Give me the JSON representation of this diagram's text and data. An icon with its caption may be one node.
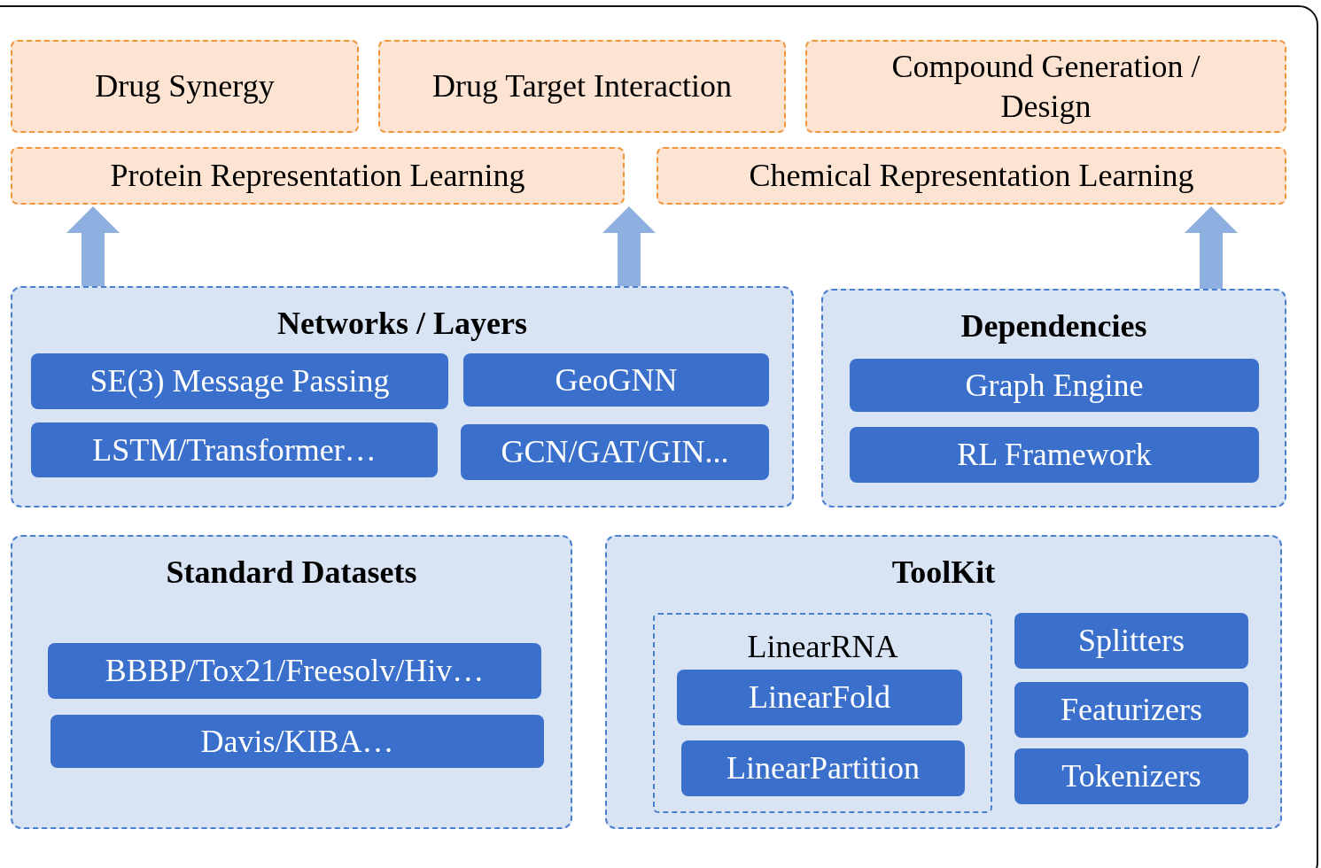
{
  "diagram": {
    "nodes": [
      {
        "text": [
          "Drug Synergy"
        ]
      },
      {
        "text": [
          "Drug Target Interaction"
        ]
      },
      {
        "text": [
          "Compound Generation / Design"
        ]
      },
      {
        "text": [
          "Protein Representation Learning"
        ]
      },
      {
        "text": [
          "Chemical Representation Learning"
        ]
      },
      {
        "text": [
          "Networks / Layers"
        ]
      },
      {
        "text": [
          "SE(3) Message Passing"
        ],
        "in": 5
      },
      {
        "text": [
          "GeoGNN"
        ],
        "in": 5
      },
      {
        "text": [
          "LSTM/Transformer…"
        ],
        "in": 5
      },
      {
        "text": [
          "GCN/GAT/GIN..."
        ],
        "in": 5
      },
      {
        "text": [
          "Dependencies"
        ]
      },
      {
        "text": [
          "Graph Engine"
        ],
        "in": 10
      },
      {
        "text": [
          "RL Framework"
        ],
        "in": 10
      },
      {
        "text": [
          "Standard Datasets"
        ]
      },
      {
        "text": [
          "BBBP/Tox21/Freesolv/Hiv…"
        ],
        "in": 13
      },
      {
        "text": [
          "Davis/KIBA…"
        ],
        "in": 13
      },
      {
        "text": [
          "ToolKit"
        ]
      },
      {
        "text": [
          "LinearRNA"
        ],
        "in": 16
      },
      {
        "text": [
          "LinearFold"
        ],
        "in": 17
      },
      {
        "text": [
          "LinearPartition"
        ],
        "in": 17
      },
      {
        "text": [
          "Splitters"
        ],
        "in": 16
      },
      {
        "text": [
          "Featurizers"
        ],
        "in": 16
      },
      {
        "text": [
          "Tokenizers"
        ],
        "in": 16
      }
    ],
    "edges": [
      {
        "from": 5,
        "to": 3,
        "arrow": "to"
      },
      {
        "from": 5,
        "to": 4,
        "arrow": "to"
      },
      {
        "from": 10,
        "to": 4,
        "arrow": "to"
      }
    ]
  }
}
